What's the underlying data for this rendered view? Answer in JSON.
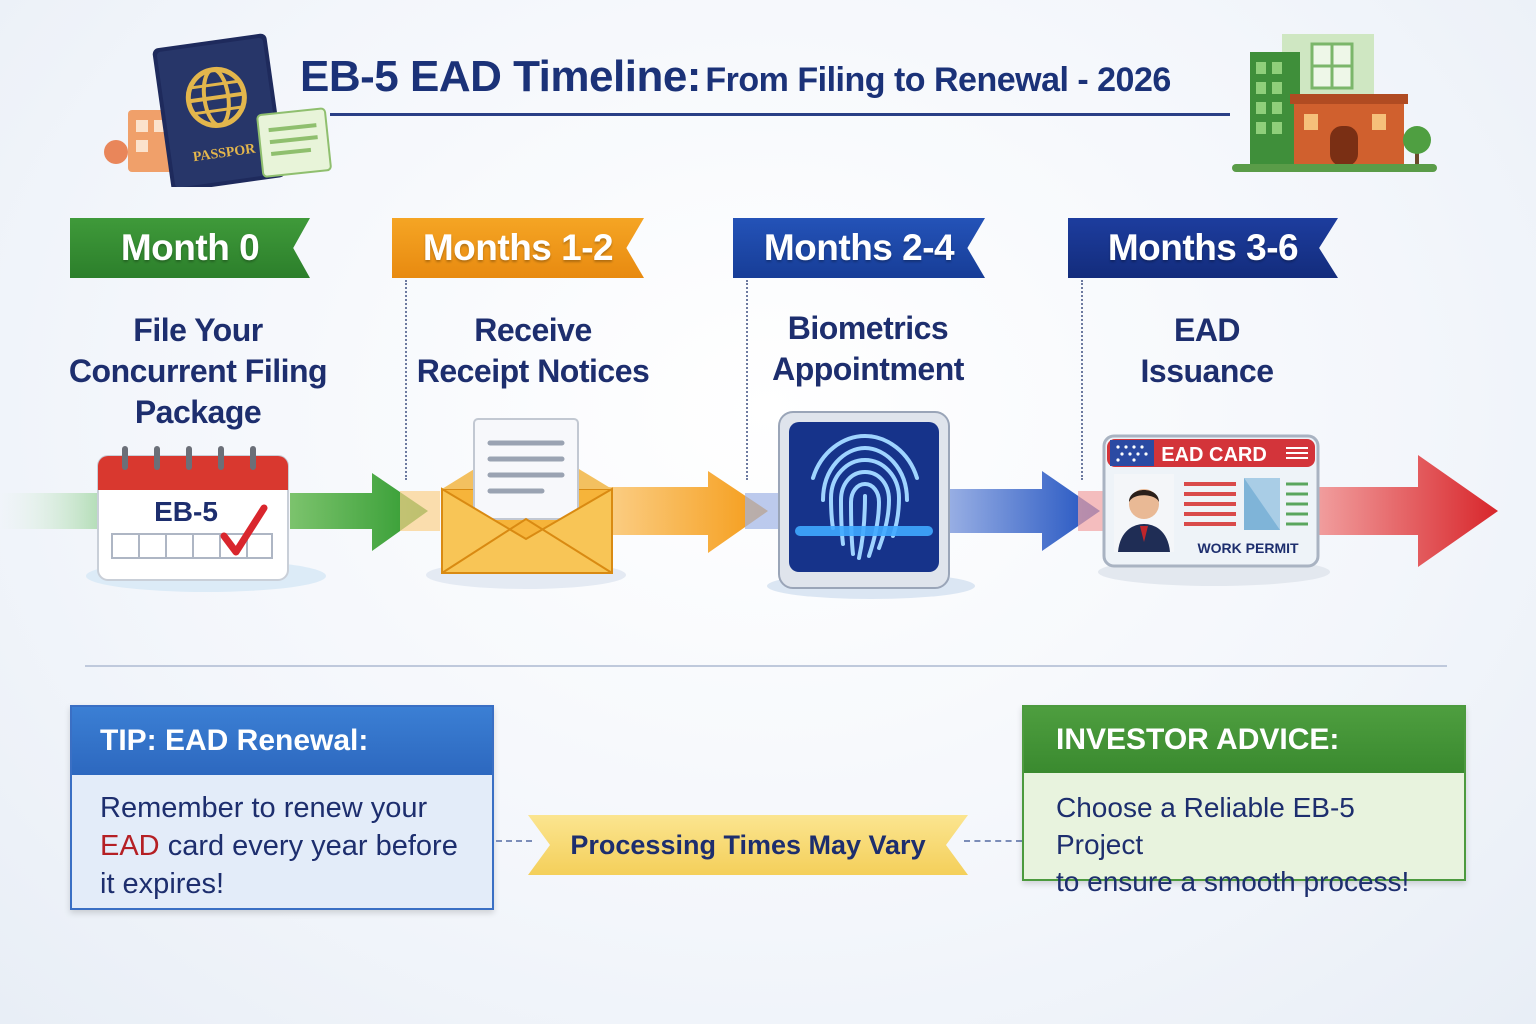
{
  "title": {
    "main": "EB-5 EAD Timeline:",
    "sub": "From Filing to Renewal - 2026"
  },
  "steps": [
    {
      "period": "Month 0",
      "lines": [
        "File Your",
        "Concurrent Filing",
        "Package"
      ],
      "icon": "calendar-icon",
      "icon_text": "EB-5",
      "color": "#2c7f2b"
    },
    {
      "period": "Months 1-2",
      "lines": [
        "Receive",
        "Receipt Notices"
      ],
      "icon": "envelope-icon",
      "color": "#e88a10"
    },
    {
      "period": "Months 2-4",
      "lines": [
        "Biometrics",
        "Appointment"
      ],
      "icon": "fingerprint-icon",
      "color": "#173d97"
    },
    {
      "period": "Months 3-6",
      "lines": [
        "EAD",
        "Issuance"
      ],
      "icon": "ead-card-icon",
      "color": "#132c7c"
    }
  ],
  "ead_card": {
    "header": "EAD CARD",
    "footer": "WORK PERMIT"
  },
  "passport_label": "PASSPOR",
  "tip": {
    "heading": "TIP: EAD Renewal:",
    "line1": "Remember to renew your",
    "highlight": "EAD",
    "line2_rest": " card every year before",
    "line3": "it expires!"
  },
  "ribbon": "Processing Times May Vary",
  "advice": {
    "heading": "INVESTOR ADVICE:",
    "line1": "Choose a Reliable EB-5 Project",
    "line2": "to ensure a smooth process!"
  },
  "colors": {
    "green": "#2c7f2b",
    "orange": "#e88a10",
    "blue": "#173d97",
    "navy": "#132c7c",
    "red": "#d8262b"
  }
}
